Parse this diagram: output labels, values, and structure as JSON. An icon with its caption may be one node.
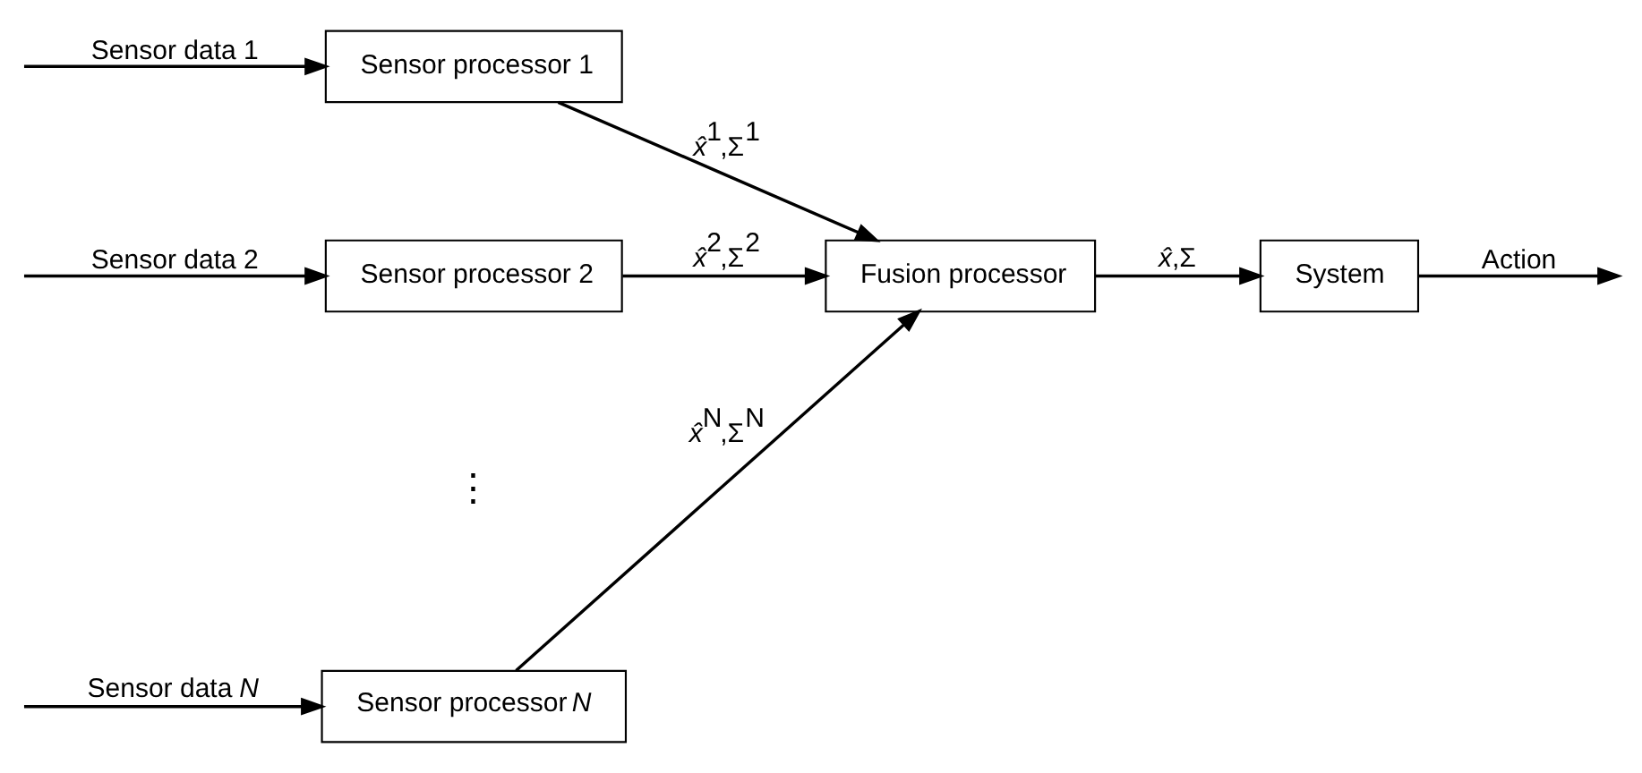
{
  "diagram": {
    "nodes": [
      {
        "text": [
          "Sensor processor 1"
        ]
      },
      {
        "text": [
          "Sensor processor 2"
        ]
      },
      {
        "text": [
          "Sensor processor *N*"
        ]
      },
      {
        "text": [
          "Fusion processor"
        ]
      },
      {
        "text": [
          "System"
        ]
      }
    ],
    "edges": [
      {
        "from": null,
        "to": 0,
        "arrow": "to",
        "label": "Sensor data 1"
      },
      {
        "from": null,
        "to": 1,
        "arrow": "to",
        "label": "Sensor data 2"
      },
      {
        "from": null,
        "to": 2,
        "arrow": "to",
        "label": "Sensor data *N*"
      },
      {
        "from": 0,
        "to": 3,
        "arrow": "to",
        "label": "*x̂*$^{1}$,Σ$^{1}$"
      },
      {
        "from": 1,
        "to": 3,
        "arrow": "to",
        "label": "*x̂*$^{2}$,Σ$^{2}$"
      },
      {
        "from": 2,
        "to": 3,
        "arrow": "to",
        "label": "*x̂*$^{N}$,Σ$^{N}$"
      },
      {
        "from": 3,
        "to": 4,
        "arrow": "to",
        "label": "*x̂*,Σ"
      },
      {
        "from": 4,
        "to": null,
        "arrow": "to",
        "label": "Action"
      }
    ],
    "labels": [
      "⋮"
    ]
  }
}
